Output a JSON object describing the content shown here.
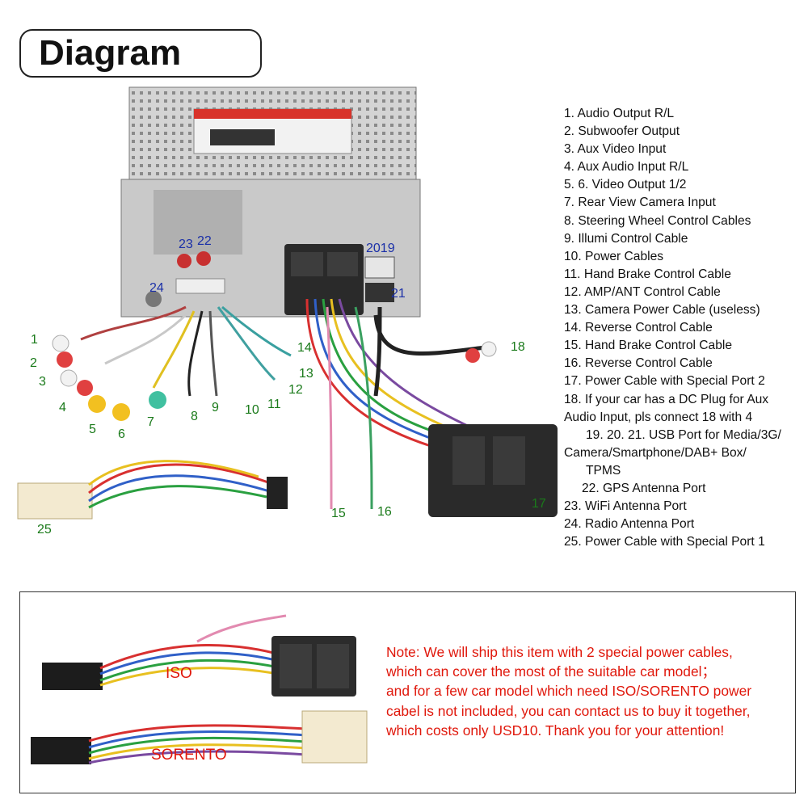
{
  "title": "Diagram",
  "legend": [
    "1. Audio Output R/L",
    "2. Subwoofer Output",
    "3. Aux Video Input",
    "4. Aux Audio Input R/L",
    "5. 6. Video Output 1/2",
    "7. Rear View Camera Input",
    "8. Steering Wheel Control Cables",
    "9. Illumi Control Cable",
    "10. Power Cables",
    "11. Hand Brake Control Cable",
    "12. AMP/ANT Control Cable",
    "13. Camera Power Cable (useless)",
    "14. Reverse Control Cable",
    "15. Hand Brake Control Cable",
    "16. Reverse Control Cable",
    "17. Power Cable with Special Port 2",
    "18. If your car has a DC Plug for Aux",
    "Audio Input, pls connect 18 with 4",
    "19. 20. 21. USB Port for Media/3G/",
    "Camera/Smartphone/DAB+ Box/",
    "TPMS",
    "22. GPS Antenna Port",
    "23. WiFi Antenna Port",
    "24. Radio Antenna Port",
    "25. Power Cable with Special Port 1"
  ],
  "callouts": {
    "c1": "1",
    "c2": "2",
    "c3": "3",
    "c4": "4",
    "c5": "5",
    "c6": "6",
    "c7": "7",
    "c8": "8",
    "c9": "9",
    "c10": "10",
    "c11": "11",
    "c12": "12",
    "c13": "13",
    "c14": "14",
    "c15": "15",
    "c16": "16",
    "c17": "17",
    "c18": "18",
    "c2019": "2019",
    "c21": "21",
    "c22": "22",
    "c23": "23",
    "c24": "24",
    "c25": "25"
  },
  "cables": {
    "iso": "ISO",
    "sorento": "SORENTO"
  },
  "note": {
    "l1": "Note: We will ship this item with 2 special power cables,",
    "l2": "which can cover the most of the suitable car model；",
    "l3": "and for a few car model which need ISO/SORENTO power",
    "l4": "cabel is not included, you can contact us to buy it together,",
    "l5": "which costs only USD10. Thank you for your attention!"
  },
  "colors": {
    "label_green": "#1a7a1a",
    "label_blue": "#1a2fa8",
    "note_red": "#e0180c"
  }
}
